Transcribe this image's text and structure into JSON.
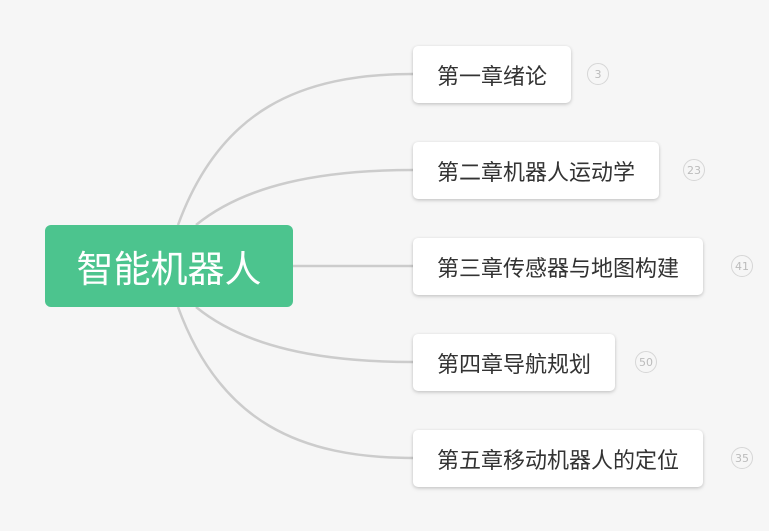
{
  "mindmap": {
    "root": {
      "label": "智能机器人"
    },
    "children": [
      {
        "label": "第一章绪论",
        "count": "3"
      },
      {
        "label": "第二章机器人运动学",
        "count": "23"
      },
      {
        "label": "第三章传感器与地图构建",
        "count": "41"
      },
      {
        "label": "第四章导航规划",
        "count": "50"
      },
      {
        "label": "第五章移动机器人的定位",
        "count": "35"
      }
    ]
  },
  "colors": {
    "background": "#f6f6f6",
    "root_fill": "#4cc48e",
    "root_text": "#ffffff",
    "node_fill": "#ffffff",
    "node_text": "#333333",
    "connector": "#cccccc",
    "badge": "#d6d6d6"
  }
}
